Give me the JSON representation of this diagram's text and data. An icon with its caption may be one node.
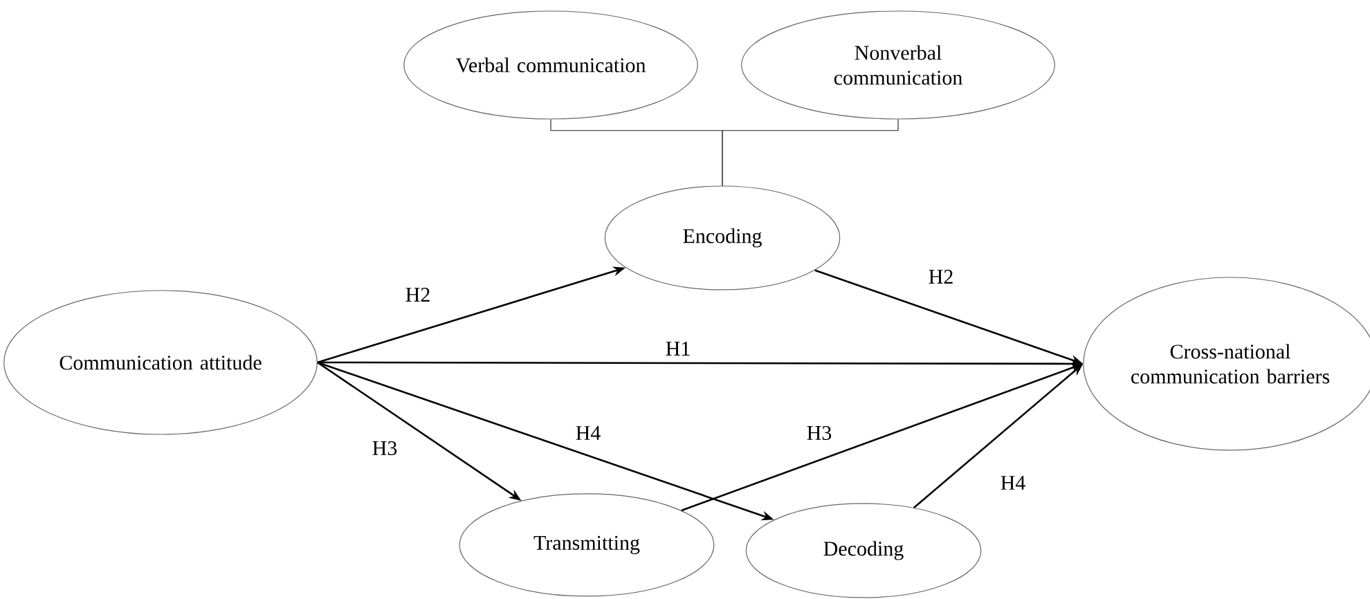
{
  "diagram": {
    "nodes": [
      {
        "text": [
          "Verbal communication"
        ]
      },
      {
        "text": [
          "Nonverbal communication"
        ]
      },
      {
        "text": [
          "Encoding"
        ]
      },
      {
        "text": [
          "Communication attitude"
        ]
      },
      {
        "text": [
          "Cross-national communication barriers"
        ]
      },
      {
        "text": [
          "Transmitting"
        ]
      },
      {
        "text": [
          "Decoding"
        ]
      }
    ],
    "edges": [
      {
        "from": 0,
        "to": 2,
        "arrow": "none"
      },
      {
        "from": 1,
        "to": 2,
        "arrow": "none"
      },
      {
        "from": 3,
        "to": 2,
        "arrow": "to",
        "label": "H2"
      },
      {
        "from": 2,
        "to": 4,
        "arrow": "to",
        "label": "H2"
      },
      {
        "from": 3,
        "to": 4,
        "arrow": "to",
        "label": "H1"
      },
      {
        "from": 3,
        "to": 5,
        "arrow": "to",
        "label": "H3"
      },
      {
        "from": 3,
        "to": 6,
        "arrow": "to",
        "label": "H4"
      },
      {
        "from": 5,
        "to": 4,
        "arrow": "to",
        "label": "H3"
      },
      {
        "from": 6,
        "to": 4,
        "arrow": "to",
        "label": "H4"
      }
    ]
  }
}
